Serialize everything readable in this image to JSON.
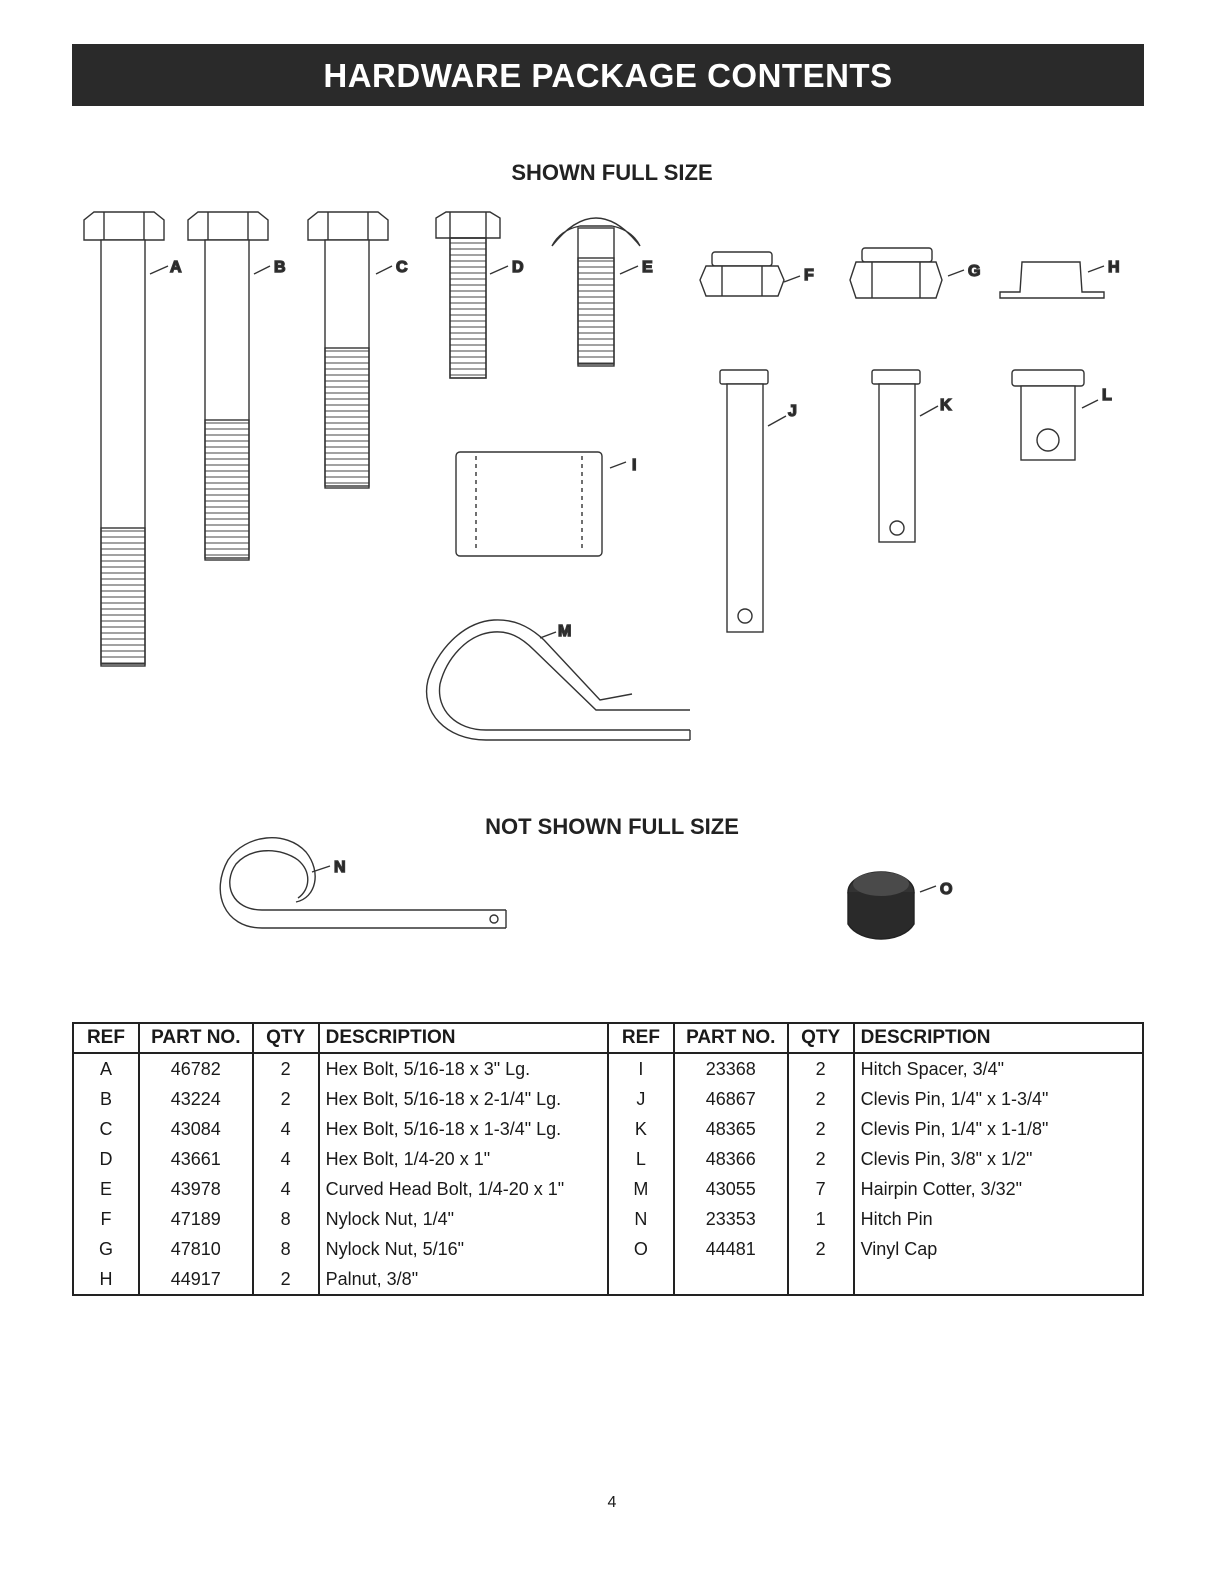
{
  "header": {
    "title": "HARDWARE PACKAGE CONTENTS"
  },
  "sections": {
    "shown_full_size": "SHOWN FULL SIZE",
    "not_shown_full_size": "NOT SHOWN FULL SIZE"
  },
  "callouts": {
    "A": "A",
    "B": "B",
    "C": "C",
    "D": "D",
    "E": "E",
    "F": "F",
    "G": "G",
    "H": "H",
    "I": "I",
    "J": "J",
    "K": "K",
    "L": "L",
    "M": "M",
    "N": "N",
    "O": "O"
  },
  "table": {
    "headers": [
      "REF",
      "PART NO.",
      "QTY",
      "DESCRIPTION",
      "REF",
      "PART NO.",
      "QTY",
      "DESCRIPTION"
    ],
    "rows": [
      [
        "A",
        "46782",
        "2",
        "Hex Bolt, 5/16-18 x 3\" Lg.",
        "I",
        "23368",
        "2",
        "Hitch Spacer, 3/4\""
      ],
      [
        "B",
        "43224",
        "2",
        "Hex Bolt, 5/16-18 x 2-1/4\" Lg.",
        "J",
        "46867",
        "2",
        "Clevis Pin, 1/4\" x 1-3/4\""
      ],
      [
        "C",
        "43084",
        "4",
        "Hex Bolt, 5/16-18 x 1-3/4\" Lg.",
        "K",
        "48365",
        "2",
        "Clevis Pin, 1/4\" x 1-1/8\""
      ],
      [
        "D",
        "43661",
        "4",
        "Hex Bolt, 1/4-20 x 1\"",
        "L",
        "48366",
        "2",
        "Clevis Pin, 3/8\" x 1/2\""
      ],
      [
        "E",
        "43978",
        "4",
        "Curved Head Bolt, 1/4-20 x 1\"",
        "M",
        "43055",
        "7",
        "Hairpin Cotter, 3/32\""
      ],
      [
        "F",
        "47189",
        "8",
        "Nylock Nut, 1/4\"",
        "N",
        "23353",
        "1",
        "Hitch Pin"
      ],
      [
        "G",
        "47810",
        "8",
        "Nylock Nut, 5/16\"",
        "O",
        "44481",
        "2",
        "Vinyl Cap"
      ],
      [
        "H",
        "44917",
        "2",
        "Palnut, 3/8\"",
        "",
        "",
        "",
        ""
      ]
    ]
  },
  "footer": {
    "page_number": "4"
  }
}
